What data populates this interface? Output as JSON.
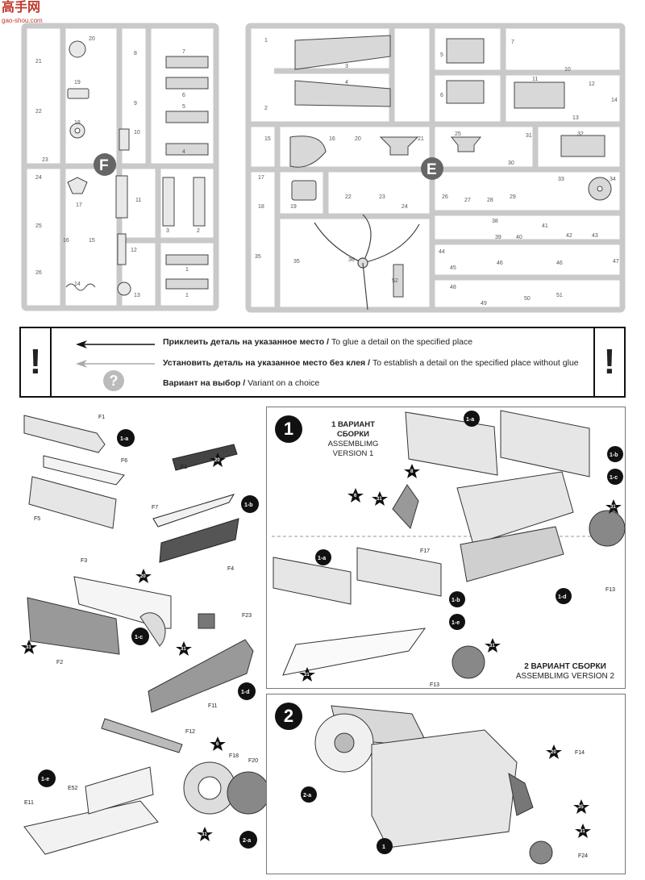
{
  "watermark": {
    "title": "高手网",
    "subtitle": "gao-shou.com"
  },
  "sprue_f": {
    "letter": "F",
    "labels": [
      "20",
      "21",
      "19",
      "22",
      "18",
      "23",
      "8",
      "9",
      "10",
      "7",
      "6",
      "5",
      "4",
      "24",
      "17",
      "25",
      "16",
      "15",
      "26",
      "14",
      "11",
      "12",
      "13",
      "3",
      "2",
      "1",
      "1"
    ]
  },
  "sprue_e": {
    "letter": "E",
    "labels": [
      "1",
      "2",
      "3",
      "4",
      "5",
      "6",
      "7",
      "10",
      "11",
      "12",
      "13",
      "14",
      "15",
      "16",
      "20",
      "21",
      "25",
      "31",
      "30",
      "32",
      "17",
      "18",
      "19",
      "22",
      "23",
      "24",
      "26",
      "27",
      "28",
      "29",
      "33",
      "34",
      "35",
      "35",
      "36",
      "52",
      "38",
      "39",
      "40",
      "41",
      "42",
      "43",
      "44",
      "45",
      "46",
      "46",
      "47",
      "48",
      "49",
      "50",
      "51"
    ]
  },
  "legend": {
    "glue_ru": "Приклеить деталь на указанное место",
    "glue_en": "To glue a detail on the specified place",
    "noglue_ru": "Установить деталь на указанное место без клея",
    "noglue_en": "To establish a detail on the specified place without glue",
    "choice_ru": "Вариант на выбор",
    "choice_en": "Variant on a choice",
    "question": "?",
    "bang": "!"
  },
  "left_steps": {
    "s1a": "1-a",
    "s1b": "1-b",
    "s1c": "1-c",
    "s1d": "1-d",
    "s1e": "1-e",
    "s2a": "2-a",
    "parts": [
      "F1",
      "F6",
      "F5",
      "F1",
      "F7",
      "F4",
      "F3",
      "F2",
      "F23",
      "F11",
      "F12",
      "F18",
      "F20",
      "E52",
      "E11"
    ],
    "stars": [
      "20",
      "20",
      "31",
      "31",
      "6",
      "31"
    ]
  },
  "step1": {
    "number": "1",
    "v1_ru_line1": "1 ВАРИАНТ",
    "v1_ru_line2": "СБОРКИ",
    "v1_en_line1": "ASSEMBLIMG",
    "v1_en_line2": "VERSION 1",
    "v2_ru": "2 ВАРИАНТ СБОРКИ",
    "v2_en": "ASSEMBLIMG VERSION 2",
    "refs": [
      "1-a",
      "1-b",
      "1-c",
      "1-d",
      "1-a",
      "1-b",
      "1-e"
    ],
    "parts": [
      "F17",
      "F13",
      "F13"
    ],
    "stars": [
      "8",
      "6",
      "31",
      "31",
      "31",
      "31"
    ]
  },
  "step2": {
    "number": "2",
    "refs": [
      "2-a",
      "1"
    ],
    "parts": [
      "F14",
      "F24"
    ],
    "stars": [
      "20",
      "35",
      "31"
    ]
  }
}
